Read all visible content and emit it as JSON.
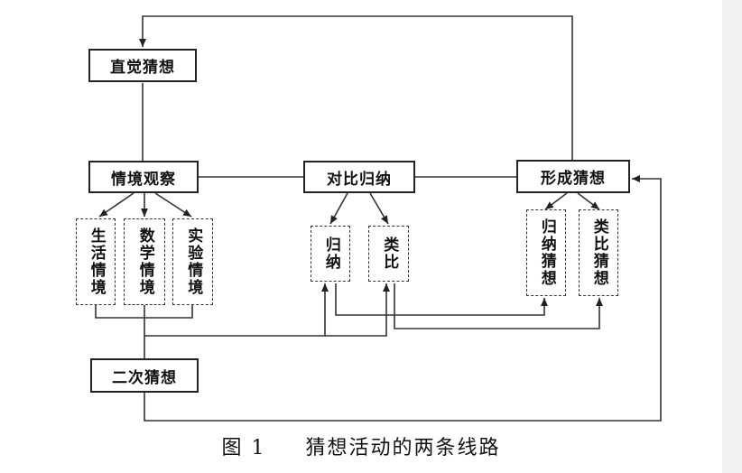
{
  "nodes": {
    "intuitive_guess": "直觉猜想",
    "situation_observation": "情境观察",
    "compare_induce": "对比归纳",
    "form_guess": "形成猜想",
    "life_situation": "生活情境",
    "math_situation": "数学情境",
    "experiment_situation": "实验情境",
    "induction": "归纳",
    "analogy": "类比",
    "induction_guess": "归纳猜想",
    "analogy_guess": "类比猜想",
    "second_guess": "二次猜想"
  },
  "caption": {
    "number": "图 1",
    "title": "猜想活动的两条线路"
  }
}
